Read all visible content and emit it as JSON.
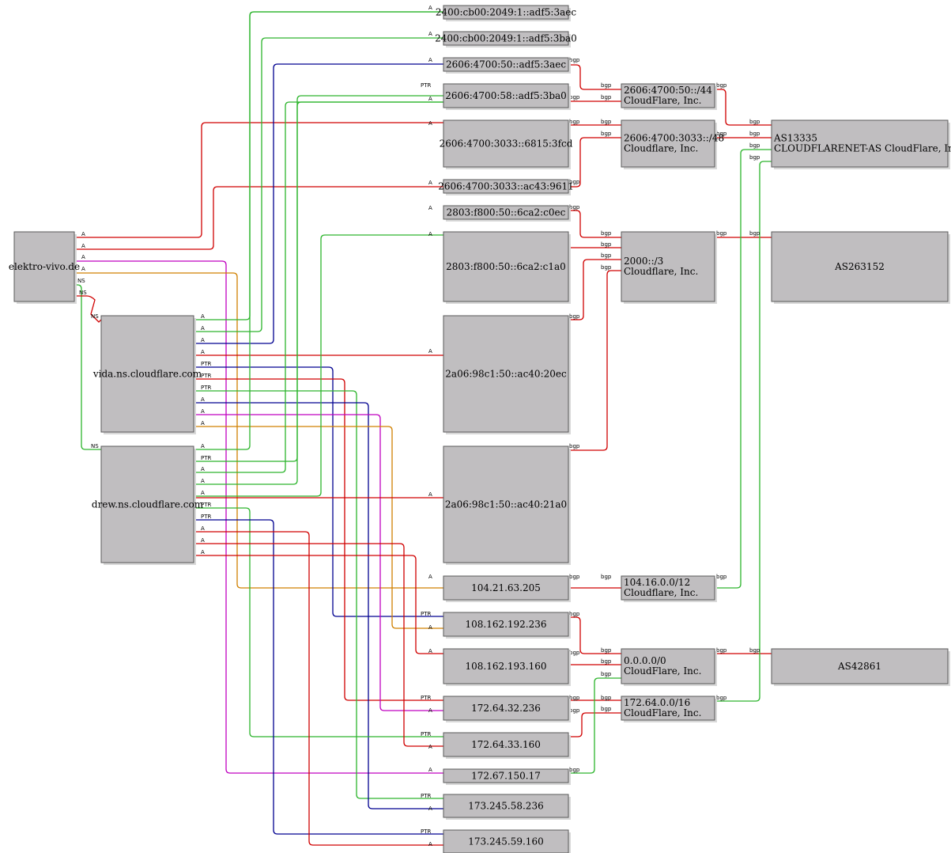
{
  "colors": {
    "A": "#2db52d",
    "NS": "#2db52d",
    "PTR": "#2db52d",
    "bgp": "#d00000",
    "red": "#d00000",
    "green": "#2db52d",
    "navy": "#000090",
    "magenta": "#c000c0",
    "orange": "#d08000"
  },
  "nodes": [
    {
      "id": "elektro",
      "lines": [
        "elektro-vivo.de"
      ]
    },
    {
      "id": "vida",
      "lines": [
        "vida.ns.cloudflare.com"
      ]
    },
    {
      "id": "drew",
      "lines": [
        "drew.ns.cloudflare.com"
      ]
    },
    {
      "id": "ip1",
      "lines": [
        "2400:cb00:2049:1::adf5:3aec"
      ]
    },
    {
      "id": "ip2",
      "lines": [
        "2400:cb00:2049:1::adf5:3ba0"
      ]
    },
    {
      "id": "ip3",
      "lines": [
        "2606:4700:50::adf5:3aec"
      ]
    },
    {
      "id": "ip4",
      "lines": [
        "2606:4700:58::adf5:3ba0"
      ]
    },
    {
      "id": "ip5",
      "lines": [
        "2606:4700:3033::6815:3fcd"
      ]
    },
    {
      "id": "ip6",
      "lines": [
        "2606:4700:3033::ac43:9611"
      ]
    },
    {
      "id": "ip7",
      "lines": [
        "2803:f800:50::6ca2:c0ec"
      ]
    },
    {
      "id": "ip8",
      "lines": [
        "2803:f800:50::6ca2:c1a0"
      ]
    },
    {
      "id": "ip9",
      "lines": [
        "2a06:98c1:50::ac40:20ec"
      ]
    },
    {
      "id": "ip10",
      "lines": [
        "2a06:98c1:50::ac40:21a0"
      ]
    },
    {
      "id": "ip11",
      "lines": [
        "104.21.63.205"
      ]
    },
    {
      "id": "ip12",
      "lines": [
        "108.162.192.236"
      ]
    },
    {
      "id": "ip13",
      "lines": [
        "108.162.193.160"
      ]
    },
    {
      "id": "ip14",
      "lines": [
        "172.64.32.236"
      ]
    },
    {
      "id": "ip15",
      "lines": [
        "172.64.33.160"
      ]
    },
    {
      "id": "ip16",
      "lines": [
        "172.67.150.17"
      ]
    },
    {
      "id": "ip17",
      "lines": [
        "173.245.58.236"
      ]
    },
    {
      "id": "ip18",
      "lines": [
        "173.245.59.160"
      ]
    },
    {
      "id": "pfx1",
      "lines": [
        "2606:4700:50::/44",
        "CloudFlare, Inc."
      ]
    },
    {
      "id": "pfx2",
      "lines": [
        "2606:4700:3033::/48",
        "Cloudflare, Inc."
      ]
    },
    {
      "id": "pfx3",
      "lines": [
        "2000::/3",
        "Cloudflare, Inc."
      ]
    },
    {
      "id": "pfx4",
      "lines": [
        "104.16.0.0/12",
        "Cloudflare, Inc."
      ]
    },
    {
      "id": "pfx5",
      "lines": [
        "0.0.0.0/0",
        "CloudFlare, Inc."
      ]
    },
    {
      "id": "pfx6",
      "lines": [
        "172.64.0.0/16",
        "CloudFlare, Inc."
      ]
    },
    {
      "id": "as1",
      "lines": [
        "AS13335",
        "CLOUDFLARENET-AS CloudFlare, Inc."
      ]
    },
    {
      "id": "as2",
      "lines": [
        "AS263152"
      ]
    },
    {
      "id": "as3",
      "lines": [
        "AS42861"
      ]
    }
  ],
  "edge_labels": {
    "A": "A",
    "NS": "NS",
    "PTR": "PTR",
    "bgp": "bgp"
  }
}
